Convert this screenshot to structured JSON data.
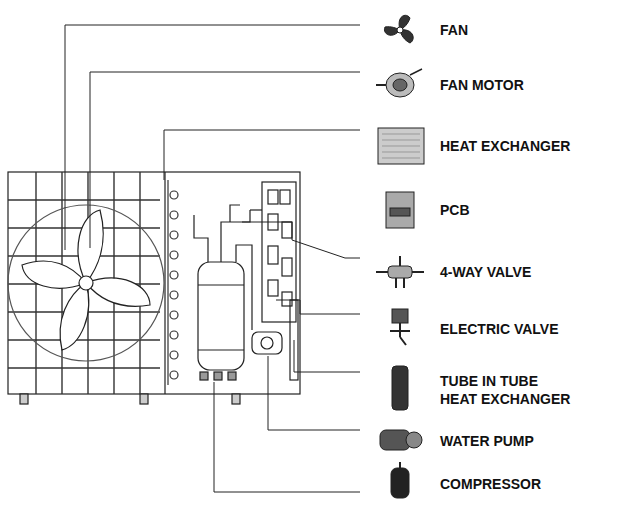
{
  "diagram": {
    "labels": [
      "FAN",
      "FAN MOTOR",
      "HEAT EXCHANGER",
      "PCB",
      "4-WAY VALVE",
      "ELECTRIC VALVE",
      "TUBE IN TUBE HEAT EXCHANGER",
      "WATER PUMP",
      "COMPRESSOR"
    ]
  }
}
